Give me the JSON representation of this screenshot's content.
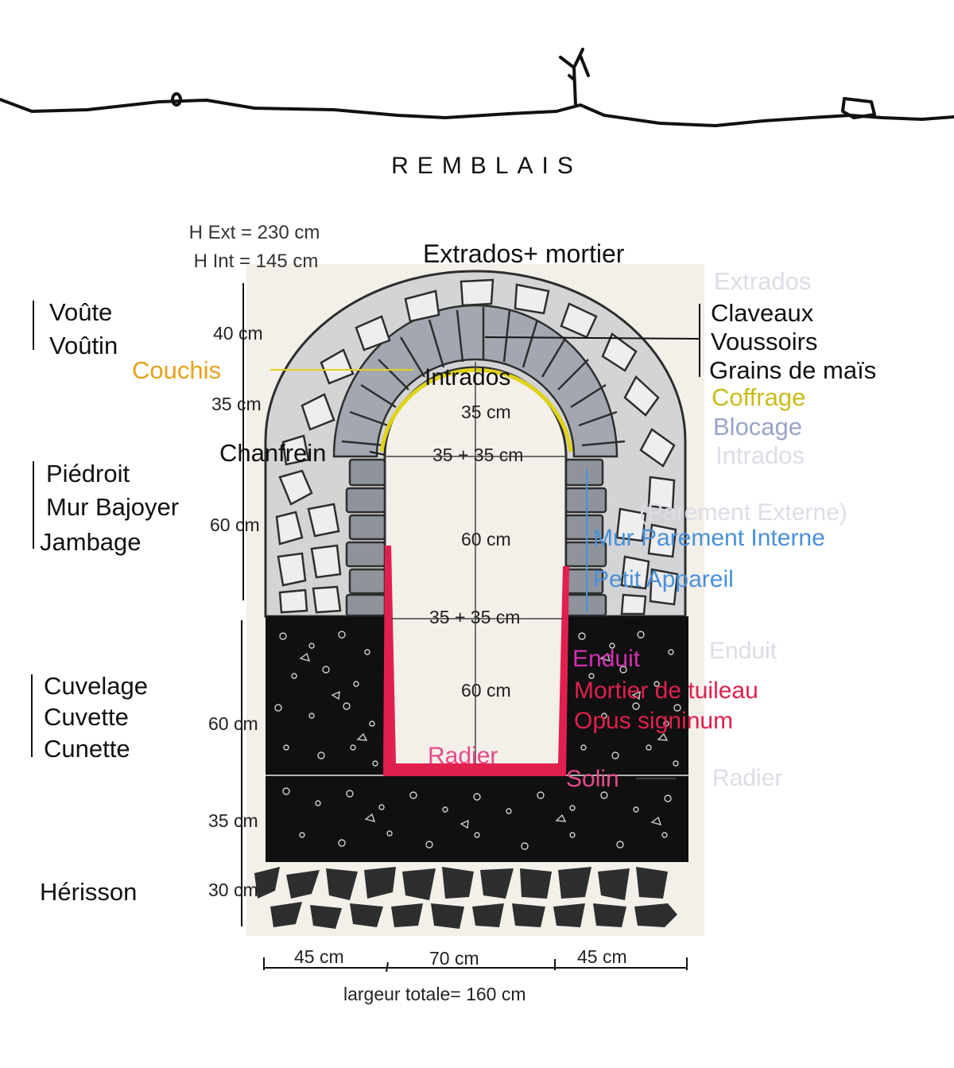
{
  "colors": {
    "couchis": "#e8a21a",
    "coffrage": "#c7bd1a",
    "blocage": "#9aa4c8",
    "faded": "#dcdde6",
    "blue": "#4a90d9",
    "magenta": "#d12fb0",
    "red": "#e0204e",
    "pink": "#e64a8a",
    "stone_grey": "#9a9fa8",
    "pale_stone": "#d2d3d4",
    "mortar": "#3a3a3a",
    "background": "#f3efe9"
  },
  "ground": {
    "label": "REMBLAIS"
  },
  "heights": {
    "ext": "H Ext = 230 cm",
    "int": "H Int = 145 cm"
  },
  "vault_left": {
    "line1": "Voûte",
    "line2": "Voûtin"
  },
  "couchis": "Couchis",
  "chanfrein": "Chanfrein",
  "pied": {
    "line1": "Piédroit",
    "line2": "Mur Bajoyer",
    "line3": "Jambage"
  },
  "cuvelage": {
    "line1": "Cuvelage",
    "line2": "Cuvette",
    "line3": "Cunette"
  },
  "herisson": "Hérisson",
  "extrados_top": "Extrados+ mortier",
  "extrados_faded": "Extrados",
  "intrados": "Intrados",
  "claveaux": {
    "line1": "Claveaux",
    "line2": "Voussoirs",
    "line3": "Grains de maïs"
  },
  "coffrage": "Coffrage",
  "blocage": "Blocage",
  "intrados_faded": "Intrados",
  "parement_externe": "(Parement Externe)",
  "mur_parement_interne": "Mur Parement Interne",
  "petit_appareil": "Petit Appareil",
  "enduit": "Enduit",
  "enduit_faded": "Enduit",
  "mortier_tuileau": "Mortier de tuileau",
  "opus": "Opus signinum",
  "radier": "Radier",
  "radier_faded": "Radier",
  "solin": "Solin",
  "dims_left": {
    "vault_outer": "40 cm",
    "vault_inner": "35 cm",
    "piedroit": "60 cm",
    "cuvelage": "60 cm",
    "radier": "35 cm",
    "herisson": "30 cm"
  },
  "dims_center": {
    "arch": "35 cm",
    "span_top": "35 + 35 cm",
    "piedroit": "60 cm",
    "span_mid": "35 + 35 cm",
    "channel": "60 cm"
  },
  "widths": {
    "left": "45 cm",
    "center": "70 cm",
    "right": "45 cm",
    "total": "largeur totale= 160 cm"
  }
}
